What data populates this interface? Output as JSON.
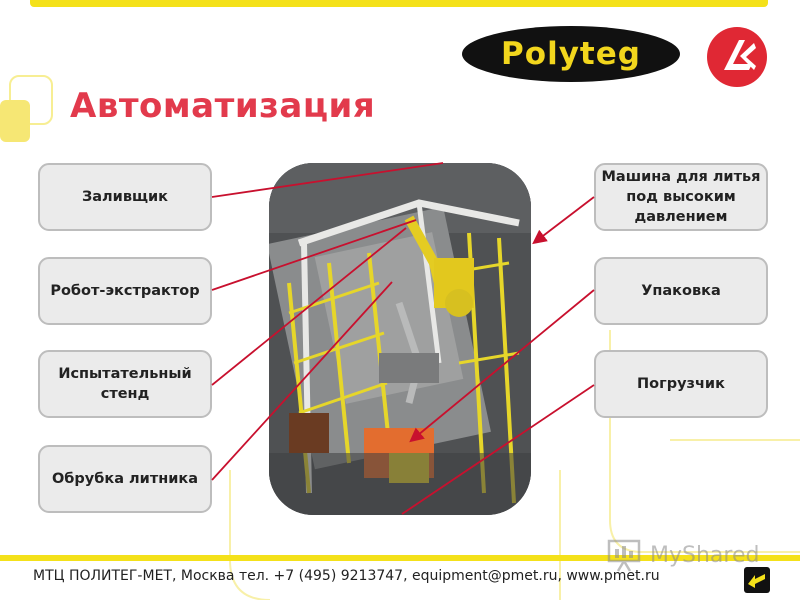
{
  "slide": {
    "title": "Автоматизация",
    "logo_text": "Polyteg",
    "labels_left": [
      [
        "Заливщик"
      ],
      [
        "Робот-экстрактор"
      ],
      [
        "Испытательный",
        "стенд"
      ],
      [
        "Обрубка литника"
      ]
    ],
    "labels_right": [
      [
        "Машина для литья",
        "под высоким",
        "давлением"
      ],
      [
        "Упаковка"
      ],
      [
        "Погрузчик"
      ]
    ],
    "footer": "МТЦ ПОЛИТЕГ-МЕТ, Москва тел. +7 (495) 9213747, equipment@pmet.ru, www.pmet.ru",
    "watermark": "MyShared"
  },
  "colors": {
    "accent_red": "#e23a4c",
    "accent_yellow": "#f4e11a",
    "pointer_line": "#c8102e",
    "label_bg": "#ebebeb",
    "label_border": "#bdbdbd"
  },
  "icons": {
    "nav": "back-arrow-icon",
    "watermark": "presentation-board-icon"
  }
}
